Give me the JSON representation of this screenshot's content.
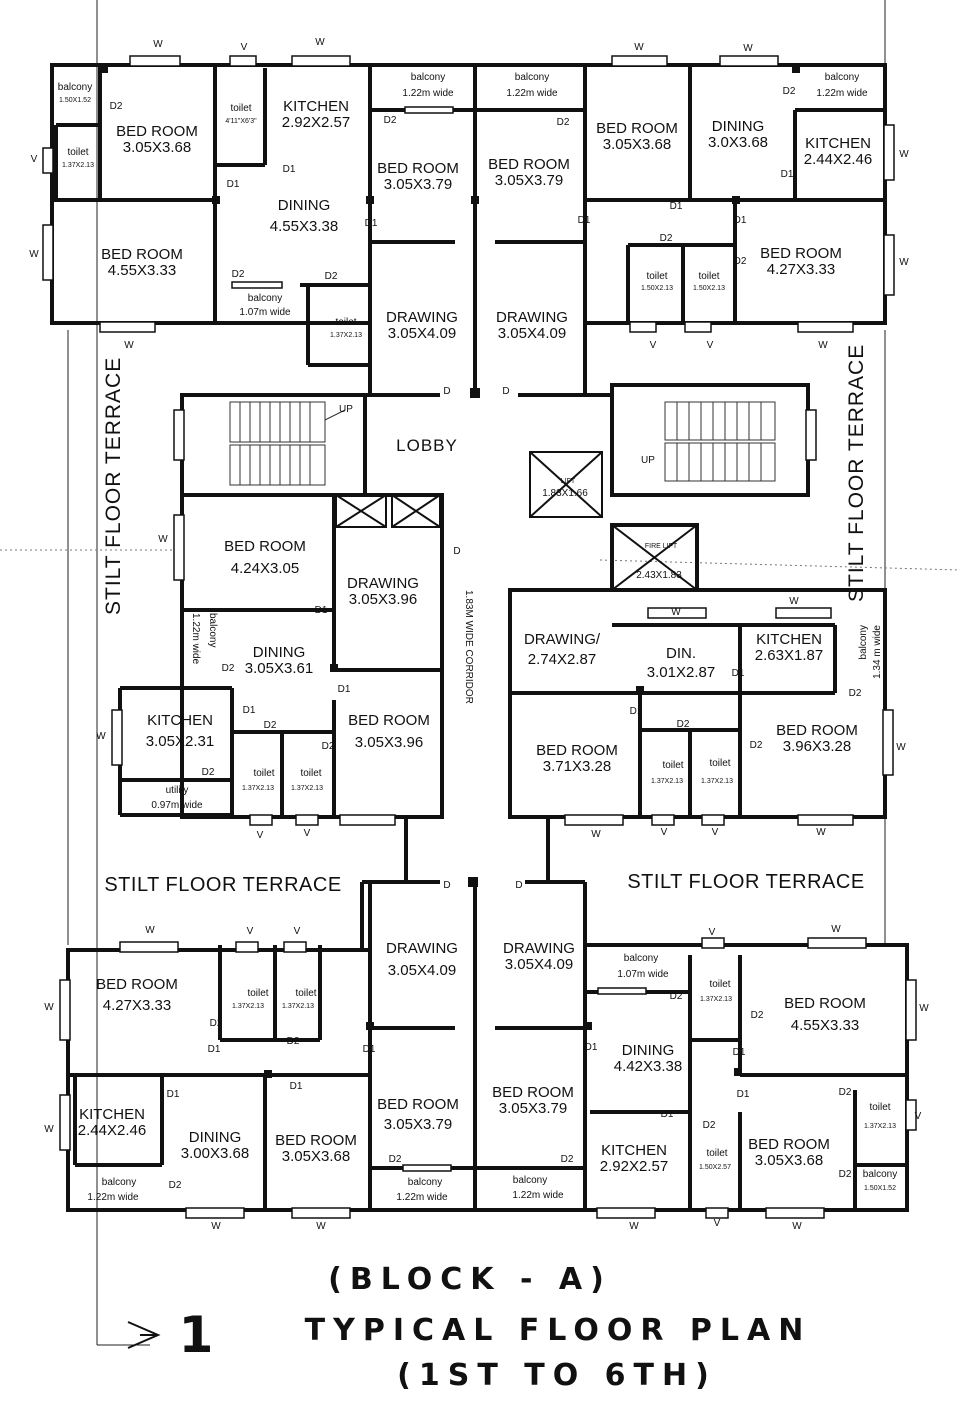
{
  "title": {
    "block": "(BLOCK - A)",
    "number": "1",
    "name": "TYPICAL FLOOR PLAN",
    "floors": "(1ST TO 6TH)"
  },
  "terraces": {
    "left_vertical": "STILT FLOOR TERRACE",
    "right_vertical": "STILT FLOOR TERRACE",
    "mid_left": "STILT FLOOR TERRACE",
    "mid_right": "STILT FLOOR TERRACE"
  },
  "core": {
    "lobby": "LOBBY",
    "up": "UP",
    "lift_name": "LIFT",
    "lift_size": "1.83X1.66",
    "fire_lift_name": "FIRE LIFT",
    "fire_lift_size": "2.43X1.83",
    "corridor": "1.83M WIDE CORRIDOR"
  },
  "rooms": {
    "bed_room": "BED ROOM",
    "kitchen": "KITCHEN",
    "dining": "DINING",
    "din": "DIN.",
    "drawing": "DRAWING",
    "drawing_slash": "DRAWING/",
    "toilet": "toilet",
    "balcony": "balcony",
    "utility": "utility"
  },
  "dims": {
    "d305x368": "3.05X3.68",
    "d455x333": "4.55X3.33",
    "d292x257": "2.92X2.57",
    "d455x338": "4.55X3.38",
    "d305x379": "3.05X3.79",
    "d305x409": "3.05X4.09",
    "d30x368": "3.0X3.68",
    "d244x246": "2.44X2.46",
    "d427x333": "4.27X3.33",
    "d424x305": "4.24X3.05",
    "d305x396": "3.05X3.96",
    "d305x361": "3.05X3.61",
    "d305x231": "3.05X2.31",
    "d274x287": "2.74X2.87",
    "d301x287": "3.01X2.87",
    "d263x187": "2.63X1.87",
    "d371x328": "3.71X3.28",
    "d396x328": "3.96X3.28",
    "d442x338": "4.42X3.38",
    "d300x368": "3.00X3.68"
  },
  "widths": {
    "w122": "1.22m wide",
    "w107": "1.07m wide",
    "w134": "1.34 m wide",
    "w097": "0.97m wide"
  },
  "smalldims": {
    "t150x152": "1.50X1.52",
    "t137x213": "1.37X2.13",
    "t150x213": "1.50X2.13",
    "t150x257": "1.50X2.57",
    "t411": "4'11\"X6'3\""
  },
  "marks": {
    "W": "W",
    "V": "V",
    "D": "D",
    "D1": "D1",
    "D2": "D2"
  }
}
